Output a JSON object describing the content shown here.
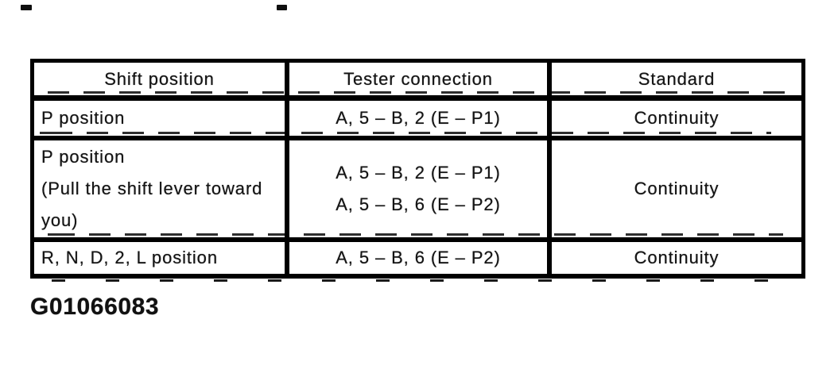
{
  "table": {
    "columns": {
      "shift": "Shift position",
      "tester": "Tester connection",
      "standard": "Standard"
    },
    "rows": [
      {
        "shift_lines": [
          "P position"
        ],
        "tester_lines": [
          "A, 5 – B, 2 (E – P1)"
        ],
        "standard": "Continuity"
      },
      {
        "shift_lines": [
          "P position",
          "(Pull the shift lever toward",
          "you)"
        ],
        "tester_lines": [
          "A, 5 – B, 2 (E – P1)",
          "A, 5 – B, 6 (E – P2)"
        ],
        "standard": "Continuity"
      },
      {
        "shift_lines": [
          "R, N, D, 2, L position"
        ],
        "tester_lines": [
          "A, 5 – B, 6 (E – P2)"
        ],
        "standard": "Continuity"
      }
    ]
  },
  "figure_code": "G01066083",
  "colors": {
    "line": "#000000",
    "text": "#141414",
    "background": "#ffffff"
  }
}
